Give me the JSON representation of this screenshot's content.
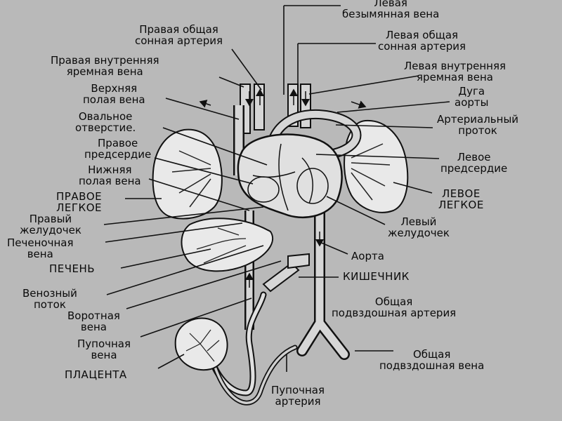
{
  "labels": {
    "left_brachiocephalic_vein": [
      "Левая",
      "безымянная вена"
    ],
    "right_common_carotid": [
      "Правая общая",
      "сонная артерия"
    ],
    "left_common_carotid": [
      "Левая общая",
      "сонная артерия"
    ],
    "right_internal_jugular": [
      "Правая внутренняя",
      "яремная вена"
    ],
    "left_internal_jugular": [
      "Левая внутренняя",
      "яремная вена"
    ],
    "superior_vena_cava": [
      "Верхняя",
      "полая вена"
    ],
    "aortic_arch": [
      "Дуга",
      "аорты"
    ],
    "foramen_ovale": [
      "Овальное",
      "отверстие."
    ],
    "ductus_arteriosus": [
      "Артериальный",
      "проток"
    ],
    "right_atrium": [
      "Правое",
      "предсердие"
    ],
    "left_atrium": [
      "Левое",
      "предсердие"
    ],
    "inferior_vena_cava": [
      "Нижняя",
      "полая вена"
    ],
    "right_lung": [
      "ПРАВОЕ",
      "ЛЕГКОЕ"
    ],
    "left_lung": [
      "ЛЕВОЕ",
      "ЛЕГКОЕ"
    ],
    "right_ventricle": [
      "Правый",
      "желудочек"
    ],
    "left_ventricle": [
      "Левый",
      "желудочек"
    ],
    "hepatic_vein": [
      "Печеночная",
      "вена"
    ],
    "aorta": [
      "Аорта"
    ],
    "liver": [
      "ПЕЧЕНЬ"
    ],
    "intestine": [
      "КИШЕЧНИК"
    ],
    "ductus_venosus": [
      "Венозный",
      "поток"
    ],
    "common_iliac_artery": [
      "Общая",
      "подвздошная артерия"
    ],
    "portal_vein": [
      "Воротная",
      "вена"
    ],
    "umbilical_vein": [
      "Пупочная",
      "вена"
    ],
    "common_iliac_vein": [
      "Общая",
      "подвздошная вена"
    ],
    "placenta": [
      "ПЛАЦЕНТА"
    ],
    "umbilical_artery": [
      "Пупочная",
      "артерия"
    ]
  },
  "colors": {
    "background": "#b9b9b9",
    "ink": "#0a0a0a",
    "organ_fill": "#e9e9e9",
    "vessel_fill": "#d6d6d6"
  }
}
